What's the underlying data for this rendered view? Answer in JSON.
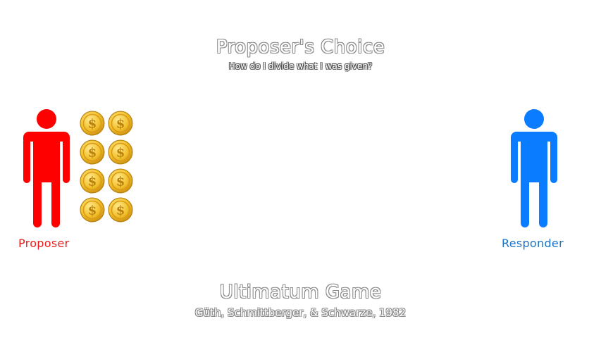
{
  "header": {
    "title": "Proposer's Choice",
    "subtitle": "How do I divide what I was given?"
  },
  "footer": {
    "title": "Ultimatum Game",
    "citation": "Güth, Schmittberger, & Schwarze, 1982"
  },
  "players": {
    "proposer": {
      "label": "Proposer",
      "color": "#ff0000"
    },
    "responder": {
      "label": "Responder",
      "color": "#0a7cff"
    }
  },
  "coins": {
    "count": 8,
    "symbol": "$",
    "icon": "dollar-coin-icon"
  }
}
